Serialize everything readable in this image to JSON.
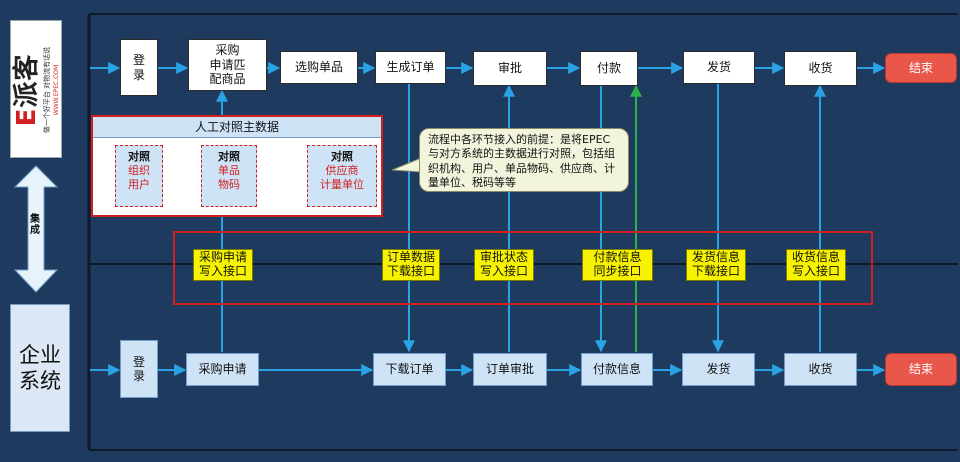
{
  "colors": {
    "background": "#1f3a5f",
    "flow_line": "#29a3e6",
    "payment_sync_line": "#2bb24c",
    "highlight_red": "#d21e1e",
    "interface_yellow": "#f7f300",
    "end_red": "#e8574a"
  },
  "logo": {
    "brand_initial": "E",
    "brand_text": "派客",
    "tagline": "做一个好平台 对物流有话说",
    "url": "WWW.EPEC.COM"
  },
  "side_arrow_label": "集成",
  "enterprise_label": "企业\n系统",
  "top_flow": [
    {
      "id": "t1",
      "label": "登\n录"
    },
    {
      "id": "t2",
      "label": "采购\n申请匹\n配商品"
    },
    {
      "id": "t3",
      "label": "选购单品"
    },
    {
      "id": "t4",
      "label": "生成订单"
    },
    {
      "id": "t5",
      "label": "审批"
    },
    {
      "id": "t6",
      "label": "付款"
    },
    {
      "id": "t7",
      "label": "发货"
    },
    {
      "id": "t8",
      "label": "收货"
    },
    {
      "id": "t9",
      "label": "结束"
    }
  ],
  "bottom_flow": [
    {
      "id": "b1",
      "label": "登\n录"
    },
    {
      "id": "b2",
      "label": "采购申请"
    },
    {
      "id": "b3",
      "label": "下载订单"
    },
    {
      "id": "b4",
      "label": "订单审批"
    },
    {
      "id": "b5",
      "label": "付款信息"
    },
    {
      "id": "b6",
      "label": "发货"
    },
    {
      "id": "b7",
      "label": "收货"
    },
    {
      "id": "b8",
      "label": "结束"
    }
  ],
  "manual_mapping": {
    "title": "人工对照主数据",
    "cards": [
      {
        "title": "对照",
        "value": "组织\n用户"
      },
      {
        "title": "对照",
        "value": "单品\n物码"
      },
      {
        "title": "对照",
        "value": "供应商\n计量单位"
      }
    ]
  },
  "callout_text": "流程中各环节接入的前提：是将EPEC与对方系统的主数据进行对照，包括组织机构、用户、单品物码、供应商、计量单位、税码等等",
  "interfaces": [
    {
      "label": "采购申请\n写入接口"
    },
    {
      "label": "订单数据\n下载接口"
    },
    {
      "label": "审批状态\n写入接口"
    },
    {
      "label": "付款信息\n同步接口"
    },
    {
      "label": "发货信息\n下载接口"
    },
    {
      "label": "收货信息\n写入接口"
    }
  ]
}
